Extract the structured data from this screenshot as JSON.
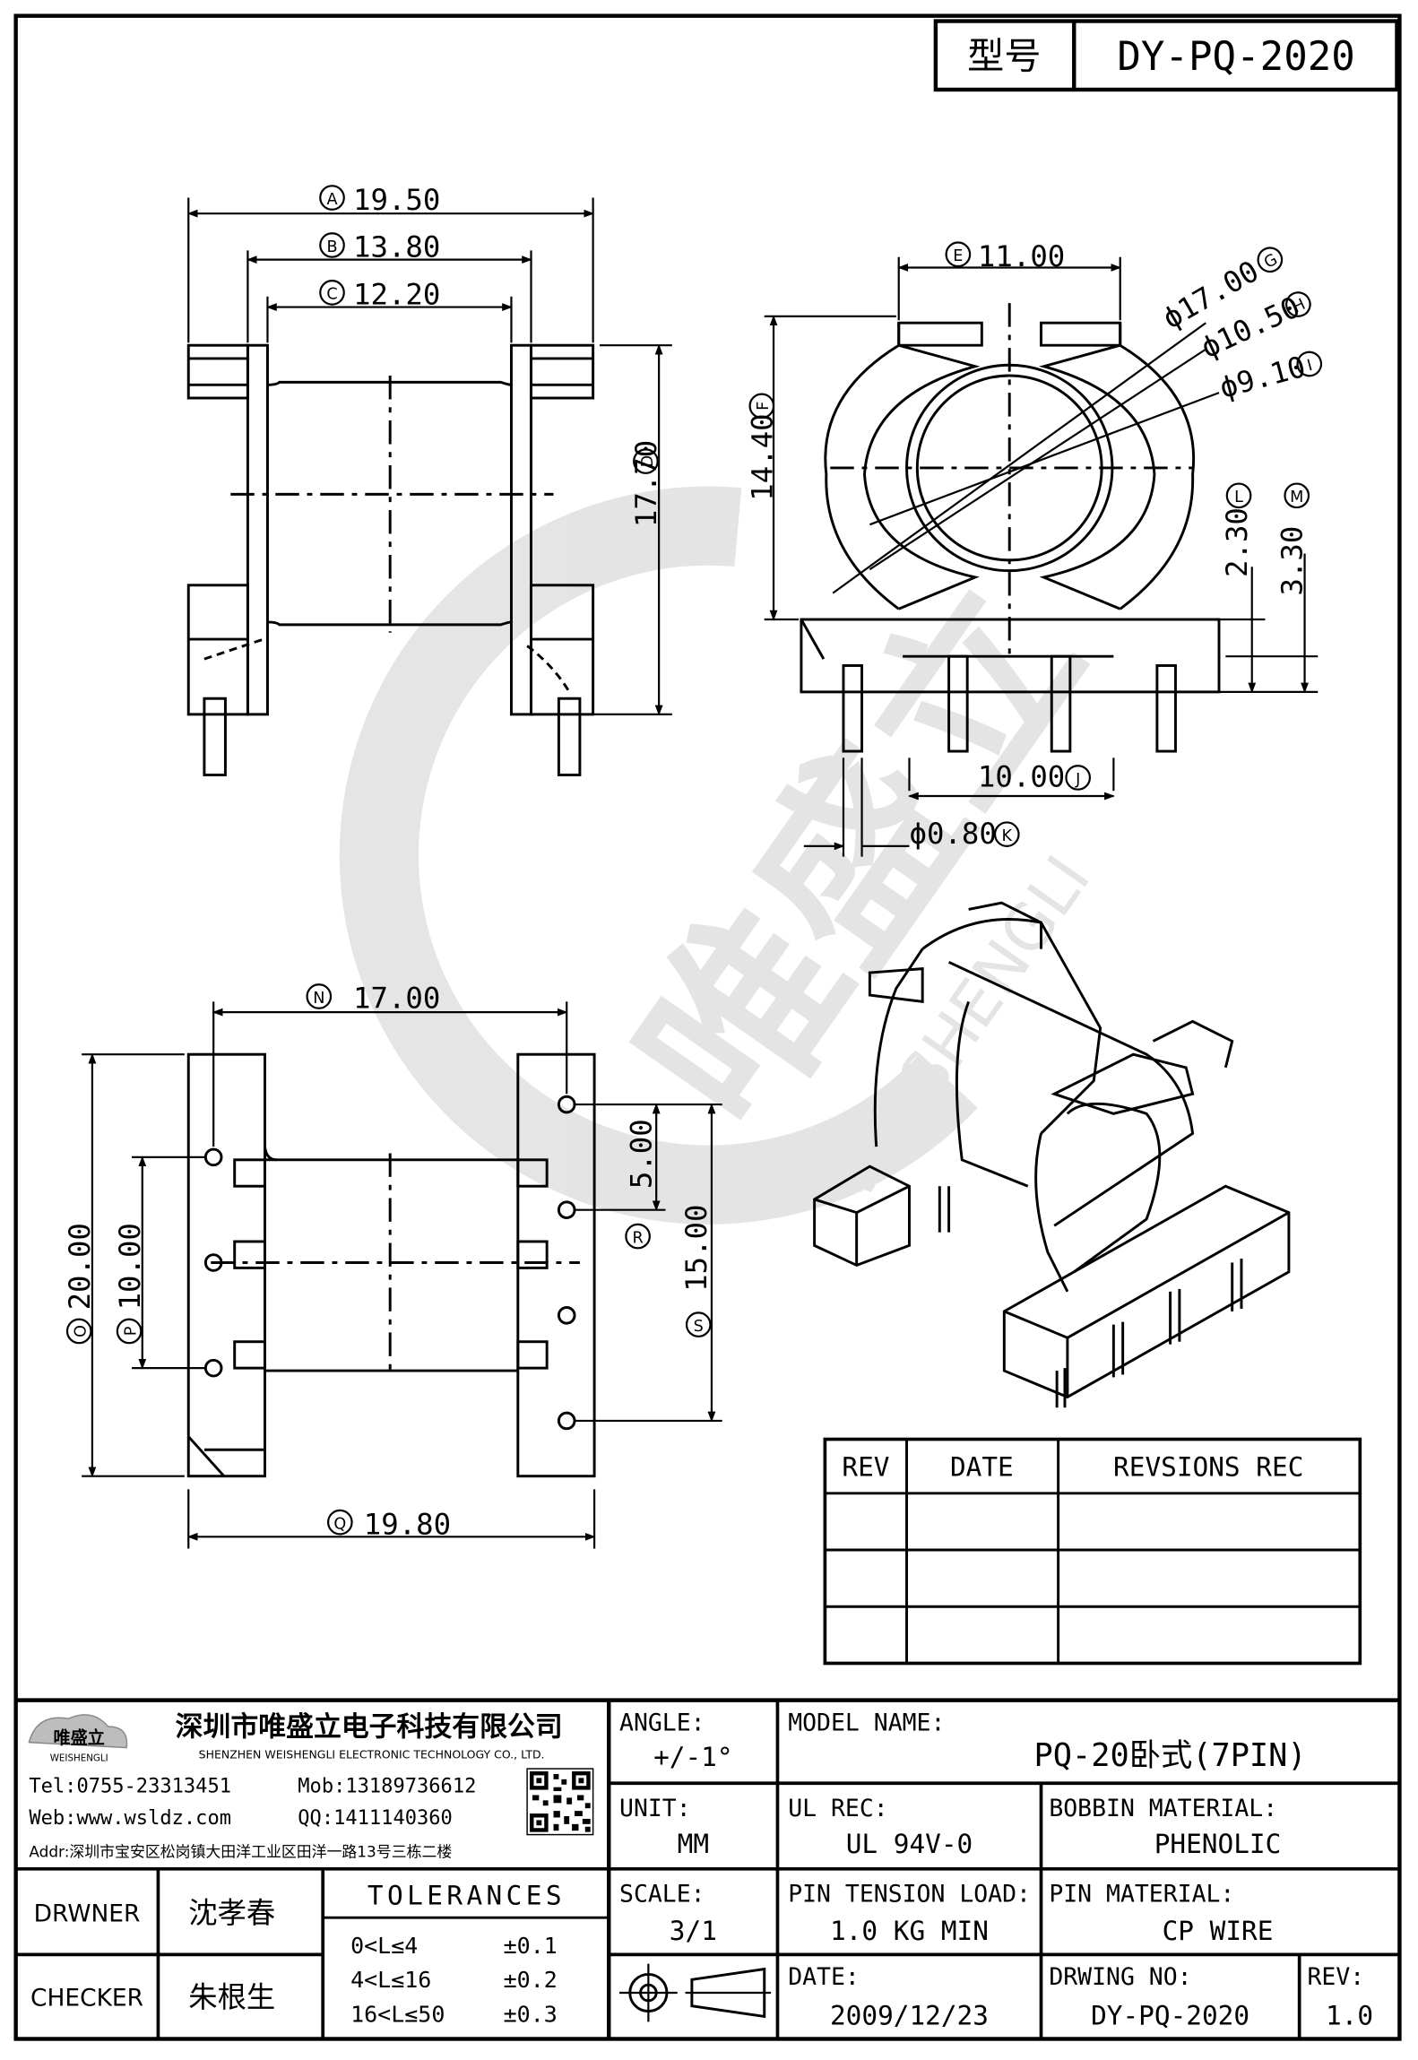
{
  "header": {
    "type_label": "型号",
    "model_code": "DY-PQ-2020"
  },
  "dimensions": {
    "A": {
      "letter": "A",
      "value": "19.50"
    },
    "B": {
      "letter": "B",
      "value": "13.80"
    },
    "C": {
      "letter": "C",
      "value": "12.20"
    },
    "D": {
      "letter": "D",
      "value": "17.70"
    },
    "E": {
      "letter": "E",
      "value": "11.00"
    },
    "F": {
      "letter": "F",
      "value": "14.40"
    },
    "G": {
      "letter": "G",
      "value": "ϕ17.00"
    },
    "H": {
      "letter": "H",
      "value": "ϕ10.50"
    },
    "I": {
      "letter": "I",
      "value": "ϕ9.10"
    },
    "J": {
      "letter": "J",
      "value": "10.00"
    },
    "K": {
      "letter": "K",
      "value": "ϕ0.80"
    },
    "L": {
      "letter": "L",
      "value": "2.30"
    },
    "M": {
      "letter": "M",
      "value": "3.30"
    },
    "N": {
      "letter": "N",
      "value": "17.00"
    },
    "O": {
      "letter": "O",
      "value": "20.00"
    },
    "P": {
      "letter": "P",
      "value": "10.00"
    },
    "Q": {
      "letter": "Q",
      "value": "19.80"
    },
    "R": {
      "letter": "R",
      "value": "5.00"
    },
    "S": {
      "letter": "S",
      "value": "15.00"
    }
  },
  "watermark": {
    "name": "唯盛立",
    "latin": "WEISHENGLI"
  },
  "revision_table": {
    "headers": [
      "REV",
      "DATE",
      "REVSIONS REC"
    ],
    "rows": [
      [
        "",
        "",
        ""
      ],
      [
        "",
        "",
        ""
      ],
      [
        "",
        "",
        ""
      ]
    ]
  },
  "company": {
    "logo_name": "唯盛立",
    "logo_latin": "WEISHENGLI",
    "name_cn": "深圳市唯盛立电子科技有限公司",
    "name_en": "SHENZHEN WEISHENGLI ELECTRONIC TECHNOLOGY CO., LTD.",
    "tel": "Tel:0755-23313451",
    "mob": "Mob:13189736612",
    "web": "Web:www.wsldz.com",
    "qq": "QQ:1411140360",
    "addr": "Addr:深圳市宝安区松岗镇大田洋工业区田洋一路13号三栋二楼"
  },
  "title_block": {
    "angle_label": "ANGLE:",
    "angle_value": "+/-1°",
    "model_name_label": "MODEL NAME:",
    "model_name_value": "PQ-20卧式(7PIN)",
    "unit_label": "UNIT:",
    "unit_value": "MM",
    "ul_rec_label": "UL REC:",
    "ul_rec_value": "UL 94V-0",
    "bobbin_label": "BOBBIN MATERIAL:",
    "bobbin_value": "PHENOLIC",
    "scale_label": "SCALE:",
    "scale_value": "3/1",
    "pin_tension_label": "PIN TENSION LOAD:",
    "pin_tension_value": "1.0 KG MIN",
    "pin_material_label": "PIN MATERIAL:",
    "pin_material_value": "CP WIRE",
    "date_label": "DATE:",
    "date_value": "2009/12/23",
    "drawing_no_label": "DRWING NO:",
    "drawing_no_value": "DY-PQ-2020",
    "rev_label": "REV:",
    "rev_value": "1.0",
    "drawer_label": "DRWNER",
    "drawer_name": "沈孝春",
    "checker_label": "CHECKER",
    "checker_name": "朱根生",
    "tolerances_label": "TOLERANCES",
    "tol_rows": [
      {
        "range": "0<L≤4",
        "tol": "±0.1"
      },
      {
        "range": "4<L≤16",
        "tol": "±0.2"
      },
      {
        "range": "16<L≤50",
        "tol": "±0.3"
      }
    ]
  }
}
